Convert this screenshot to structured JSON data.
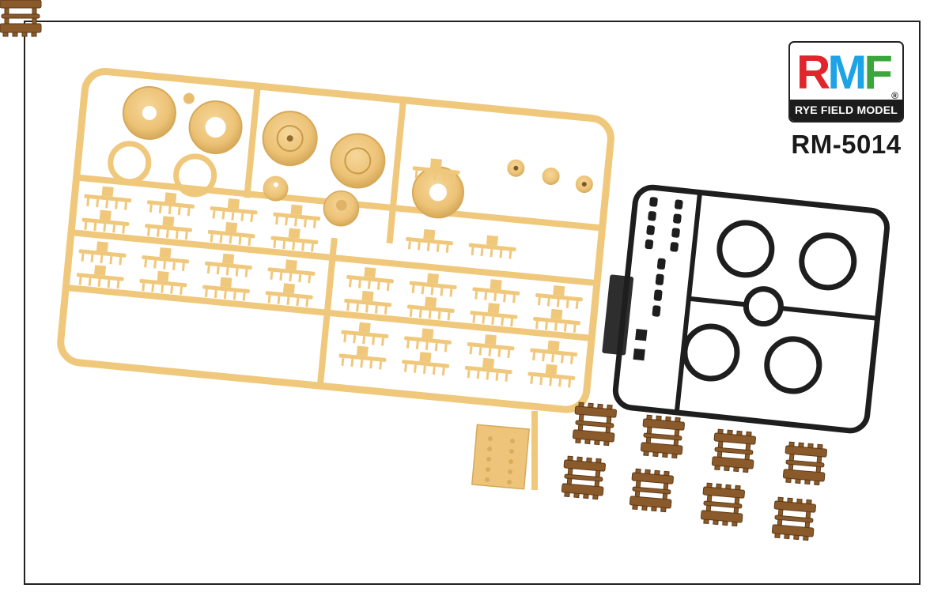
{
  "brand": {
    "logo_letters": [
      "R",
      "M",
      "F"
    ],
    "logo_colors": [
      "#e0262b",
      "#1ea3e6",
      "#3aa63c"
    ],
    "registered_mark": "®",
    "name": "RYE FIELD MODEL"
  },
  "product": {
    "code": "RM-5014"
  },
  "colors": {
    "sprue_tan": "#f0c87c",
    "sprue_tan_shade": "#d9ad5d",
    "sprue_black": "#1e1e1e",
    "track_brown": "#8a5a2b",
    "frame_border": "#222222"
  },
  "parts": {
    "tan_sprue": "Tan plastic sprue with road wheels, rings, hubs and suspension parts",
    "black_sprue": "Black sprue with rubber tyre rings and small parts",
    "track_links": 8
  }
}
